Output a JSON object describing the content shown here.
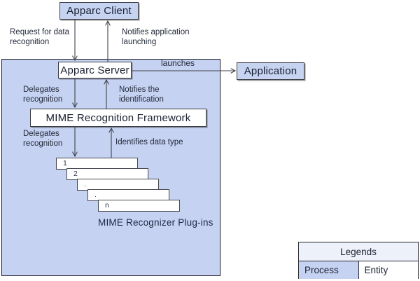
{
  "nodes": {
    "client": "Apparc Client",
    "server": "Apparc Server",
    "application": "Application",
    "framework": "MIME Recognition Framework",
    "plugins_caption": "MIME Recognizer Plug-ins",
    "plugins": [
      "1",
      "2",
      ".",
      ".",
      "n"
    ]
  },
  "edges": {
    "request": "Request for data\nrecognition",
    "notify_launch": "Notifies application\nlaunching",
    "launches": "launches",
    "delegates_top": "Delegates\nrecognition",
    "notify_identification": "Notifies the\nidentification",
    "delegates_bottom": "Delegates\nrecognition",
    "identifies": "Identifies data type"
  },
  "legend": {
    "title": "Legends",
    "process_label": "Process",
    "entity_label": "Entity"
  },
  "colors": {
    "process_fill": "#c6d2f2",
    "entity_fill": "#ffffff",
    "legend_header_fill": "#edf1f9",
    "line": "#41434a",
    "text": "#1f2533"
  }
}
